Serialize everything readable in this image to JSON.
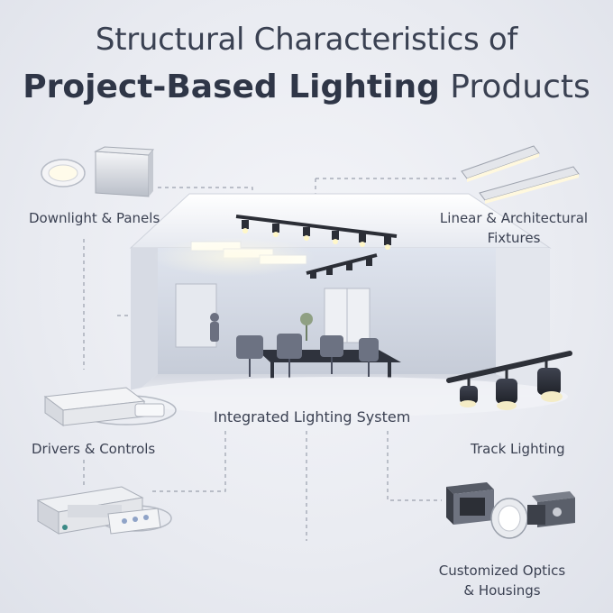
{
  "title": {
    "line1": "Structural Characteristics of",
    "line2_bold": "Project-Based Lighting",
    "line2_rest": " Products"
  },
  "center_label": "Integrated Lighting System",
  "categories": [
    {
      "id": "downlight",
      "label": "Downlight & Panels"
    },
    {
      "id": "linear",
      "label_line1": "Linear & Architectural",
      "label_line2": "Fixtures"
    },
    {
      "id": "drivers",
      "label": "Drivers & Controls"
    },
    {
      "id": "track",
      "label": "Track Lighting"
    },
    {
      "id": "optics",
      "label_line1": "Customized Optics",
      "label_line2": "& Housings"
    }
  ]
}
